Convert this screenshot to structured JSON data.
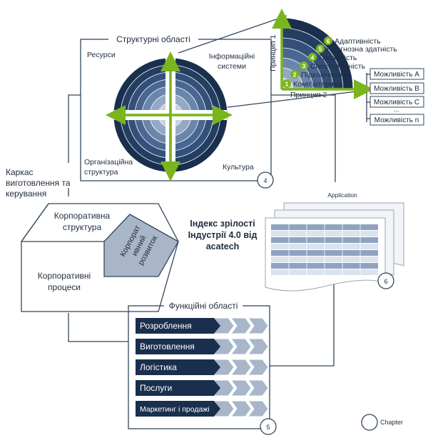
{
  "structural": {
    "title": "Структурні області",
    "quadrants": {
      "resources": "Ресурси",
      "info_line1": "Інформаційні",
      "info_line2": "системи",
      "org_line1": "Організаційна",
      "org_line2": "структура",
      "culture": "Культура"
    },
    "chapter": "4"
  },
  "principles": {
    "axis1": "Принцип 1",
    "axis2": "Принцип 2",
    "stages": [
      {
        "num": "1",
        "label": "Комп'ютеризація"
      },
      {
        "num": "2",
        "label": "Підключення"
      },
      {
        "num": "3",
        "label": "Спостережність"
      },
      {
        "num": "4",
        "label": "Прозорість"
      },
      {
        "num": "5",
        "label": "Прогнозна здатність"
      },
      {
        "num": "6",
        "label": "Адаптивність"
      }
    ],
    "capabilities": [
      "Можливість A",
      "Можливість B",
      "Можливість C",
      "...",
      "Можливість n"
    ]
  },
  "framework": {
    "line1": "Каркас",
    "line2": "виготовлення та",
    "line3": "керування"
  },
  "corporate": {
    "structure_line1": "Корпоративна",
    "structure_line2": "структура",
    "development_line1": "Корпорат",
    "development_line2": "ивний",
    "development_line3": "розвиток",
    "processes_line1": "Корпоративні",
    "processes_line2": "процеси"
  },
  "index_title": {
    "line1": "Індекс зрілості",
    "line2": "Індустрії 4.0 від",
    "line3": "acatech"
  },
  "application": {
    "label": "Application",
    "chapter": "6"
  },
  "functional": {
    "title": "Функційні області",
    "areas": [
      "Розроблення",
      "Виготовлення",
      "Логістика",
      "Послуги",
      "Маркетинг і продажі"
    ],
    "chapter": "5"
  },
  "legend": {
    "label": "Chapter"
  },
  "colors": {
    "navy": "#1a2f4d",
    "green": "#7ab51d",
    "line": "#33475b",
    "chevron": "#a9b6c9"
  }
}
